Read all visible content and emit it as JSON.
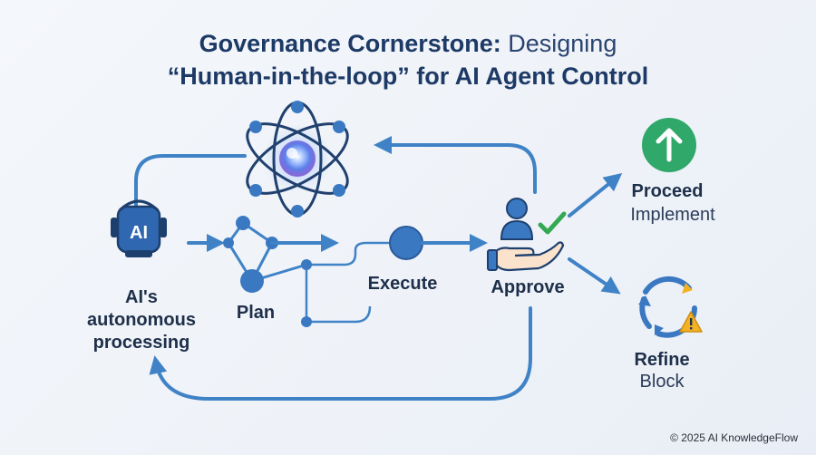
{
  "title": {
    "line1_bold": "Governance Cornerstone:",
    "line1_light": "Designing",
    "line2": "“Human-in-the-loop” for AI Agent Control"
  },
  "nodes": {
    "ai_badge": "AI",
    "ai_label": [
      "AI's",
      "autonomous",
      "processing"
    ],
    "plan": "Plan",
    "execute": "Execute",
    "approve": "Approve",
    "proceed": "Proceed",
    "implement": "Implement",
    "refine": "Refine",
    "block": "Block"
  },
  "colors": {
    "arrow": "#3f82c6",
    "node_fill": "#3a78c2",
    "title": "#1d3a66",
    "proceed_green": "#2fa86a",
    "warning": "#f3b224",
    "check": "#34a853"
  },
  "icons": [
    "ai-robot-icon",
    "atom-icon",
    "human-hand-approve-icon",
    "check-icon",
    "up-arrow-icon",
    "refresh-cycle-icon",
    "warning-icon"
  ],
  "footer": {
    "copyright": "© 2025 AI KnowledgeFlow"
  }
}
